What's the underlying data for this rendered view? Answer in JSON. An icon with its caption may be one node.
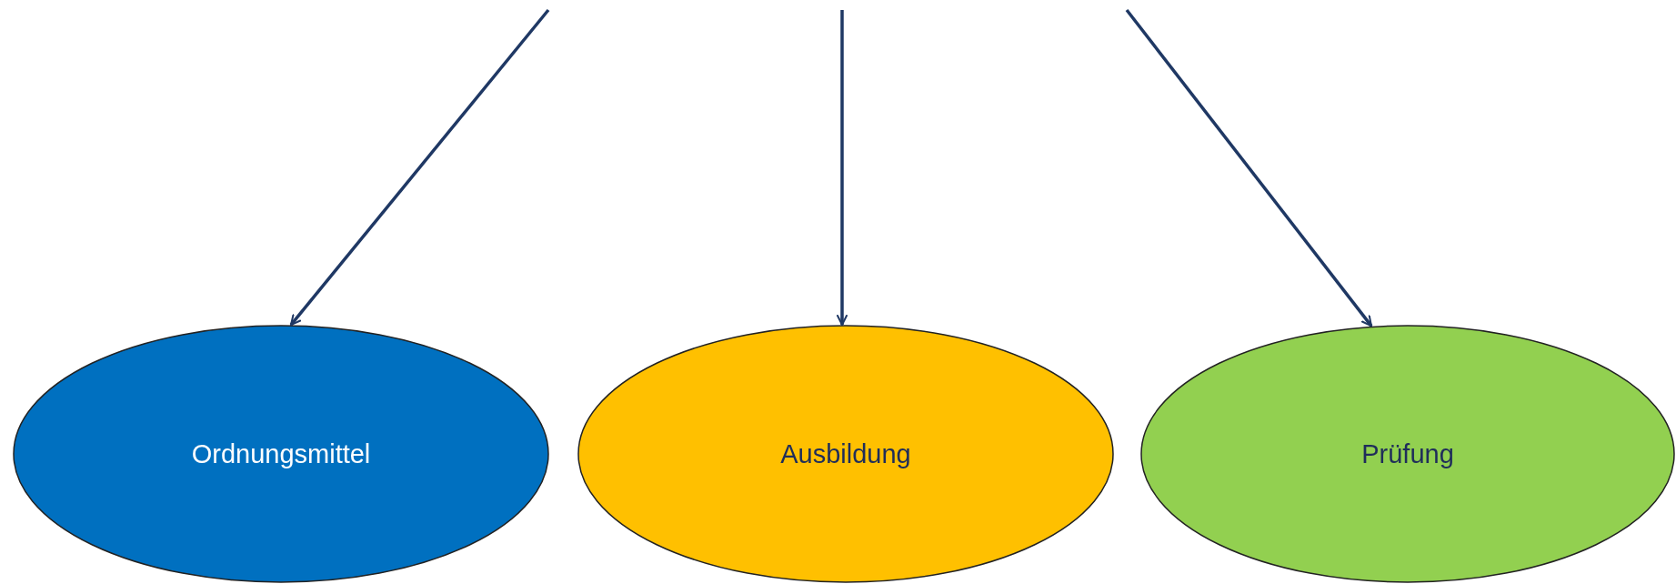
{
  "diagram": {
    "nodes": [
      {
        "text": [
          "Ordnungsmittel"
        ]
      },
      {
        "text": [
          "Ausbildung"
        ]
      },
      {
        "text": [
          "Prüfung"
        ]
      }
    ],
    "edges": [
      {
        "from": null,
        "to": 0,
        "arrow": "to"
      },
      {
        "from": null,
        "to": 1,
        "arrow": "to"
      },
      {
        "from": null,
        "to": 2,
        "arrow": "to"
      }
    ]
  }
}
